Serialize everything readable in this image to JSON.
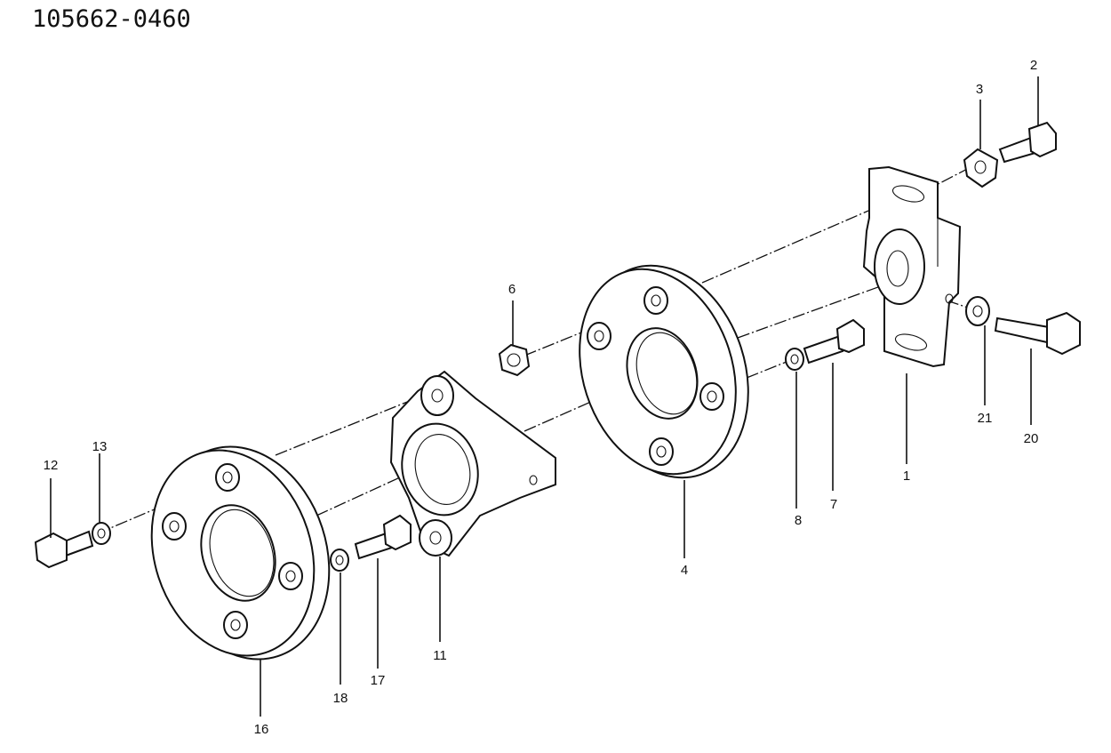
{
  "header": {
    "part_number": "105662-0460"
  },
  "callouts": [
    {
      "id": "c1",
      "text": "1"
    },
    {
      "id": "c2",
      "text": "2"
    },
    {
      "id": "c3",
      "text": "3"
    },
    {
      "id": "c4",
      "text": "4"
    },
    {
      "id": "c6",
      "text": "6"
    },
    {
      "id": "c7",
      "text": "7"
    },
    {
      "id": "c8",
      "text": "8"
    },
    {
      "id": "c11",
      "text": "11"
    },
    {
      "id": "c12",
      "text": "12"
    },
    {
      "id": "c13",
      "text": "13"
    },
    {
      "id": "c16",
      "text": "16"
    },
    {
      "id": "c17",
      "text": "17"
    },
    {
      "id": "c18",
      "text": "18"
    },
    {
      "id": "c20",
      "text": "20"
    },
    {
      "id": "c21",
      "text": "21"
    }
  ]
}
